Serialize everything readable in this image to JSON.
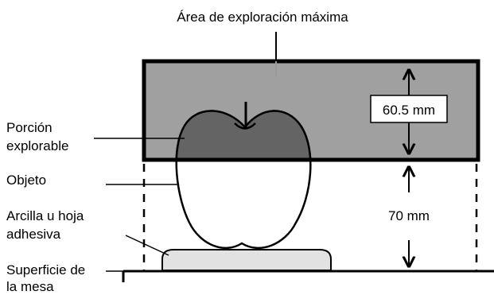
{
  "labels": {
    "max_scan_area": "Área de exploración máxima",
    "scannable_portion_line1": "Porción",
    "scannable_portion_line2": "explorable",
    "object": "Objeto",
    "clay_line1": "Arcilla u hoja",
    "clay_line2": "adhesiva",
    "table_line1": "Superficie de",
    "table_line2": "la mesa"
  },
  "dimensions": {
    "scan_height": "60.5 mm",
    "object_clearance": "70 mm"
  },
  "colors": {
    "scan_area_fill": "#a0a0a0",
    "scannable_portion_fill": "#646464",
    "clay_fill": "#e2e2e2",
    "stroke": "#000000",
    "background": "#ffffff"
  }
}
